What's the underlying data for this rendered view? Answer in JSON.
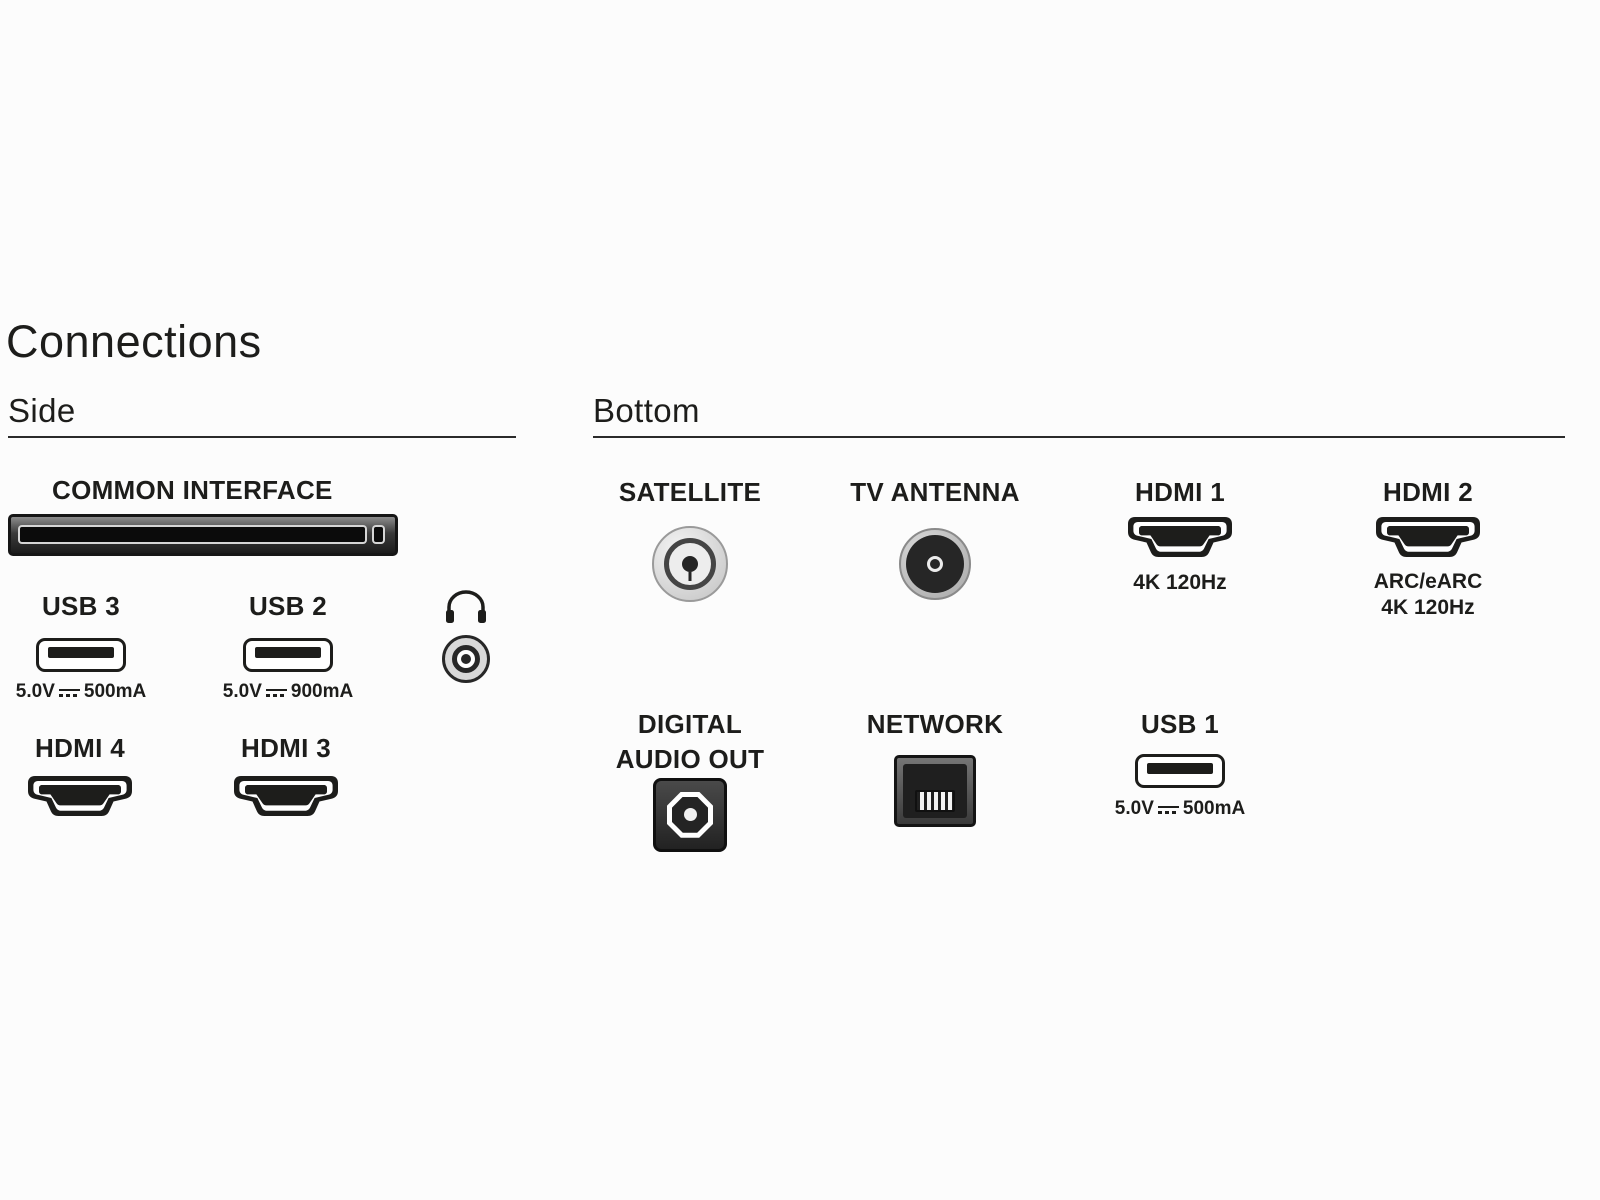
{
  "page": {
    "title": "Connections",
    "ink": "#1d1d1b",
    "background": "#fcfcfc"
  },
  "sections": {
    "side": {
      "heading": "Side",
      "common_interface": {
        "label": "COMMON INTERFACE"
      },
      "usb3": {
        "label": "USB 3",
        "voltage": "5.0V",
        "current": "500mA"
      },
      "usb2": {
        "label": "USB 2",
        "voltage": "5.0V",
        "current": "900mA"
      },
      "hdmi4": {
        "label": "HDMI 4"
      },
      "hdmi3": {
        "label": "HDMI 3"
      }
    },
    "bottom": {
      "heading": "Bottom",
      "satellite": {
        "label": "SATELLITE"
      },
      "tv_antenna": {
        "label": "TV ANTENNA"
      },
      "hdmi1": {
        "label": "HDMI 1",
        "note": "4K 120Hz"
      },
      "hdmi2": {
        "label": "HDMI 2",
        "notes": [
          "ARC/eARC",
          "4K 120Hz"
        ]
      },
      "digital_audio_out": {
        "label_line1": "DIGITAL",
        "label_line2": "AUDIO OUT"
      },
      "network": {
        "label": "NETWORK"
      },
      "usb1": {
        "label": "USB 1",
        "voltage": "5.0V",
        "current": "500mA"
      }
    }
  }
}
